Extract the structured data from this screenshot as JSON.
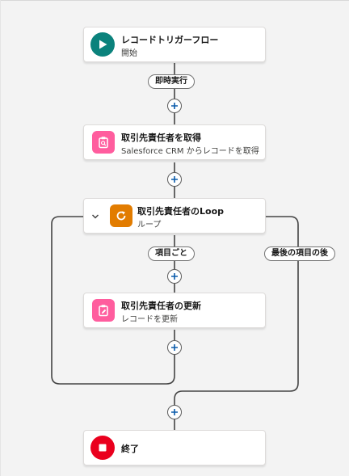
{
  "nodes": {
    "start": {
      "title": "レコードトリガーフロー",
      "subtitle": "開始",
      "color": "#0b827c"
    },
    "get": {
      "title": "取引先責任者を取得",
      "subtitle": "Salesforce CRM からレコードを取得",
      "color": "#ff5d9e"
    },
    "loop": {
      "title": "取引先責任者のLoop",
      "subtitle": "ループ",
      "color": "#e27c00"
    },
    "update": {
      "title": "取引先責任者の更新",
      "subtitle": "レコードを更新",
      "color": "#ff5d9e"
    },
    "end": {
      "title": "終了",
      "color": "#ea001e"
    }
  },
  "labels": {
    "immediate": "即時実行",
    "each_item": "項目ごと",
    "after_last": "最後の項目の後"
  },
  "icons": {
    "start": "play-icon",
    "get": "get-records-icon",
    "loop": "loop-icon",
    "update": "update-records-icon",
    "end": "stop-icon",
    "add": "add-element-icon",
    "collapse": "chevron-down-icon"
  }
}
